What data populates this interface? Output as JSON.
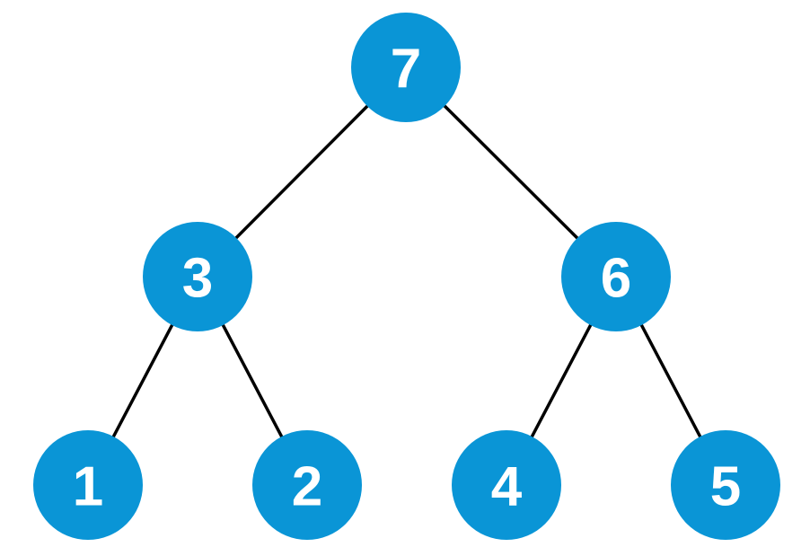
{
  "colors": {
    "node_fill": "#0a95d6",
    "edge": "#000000",
    "label": "#ffffff",
    "background": "#ffffff"
  },
  "tree": {
    "nodes": [
      {
        "id": "n7",
        "label": "7"
      },
      {
        "id": "n3",
        "label": "3"
      },
      {
        "id": "n6",
        "label": "6"
      },
      {
        "id": "n1",
        "label": "1"
      },
      {
        "id": "n2",
        "label": "2"
      },
      {
        "id": "n4",
        "label": "4"
      },
      {
        "id": "n5",
        "label": "5"
      }
    ],
    "edges": [
      {
        "from": "n7",
        "to": "n3"
      },
      {
        "from": "n7",
        "to": "n6"
      },
      {
        "from": "n3",
        "to": "n1"
      },
      {
        "from": "n3",
        "to": "n2"
      },
      {
        "from": "n6",
        "to": "n4"
      },
      {
        "from": "n6",
        "to": "n5"
      }
    ]
  }
}
